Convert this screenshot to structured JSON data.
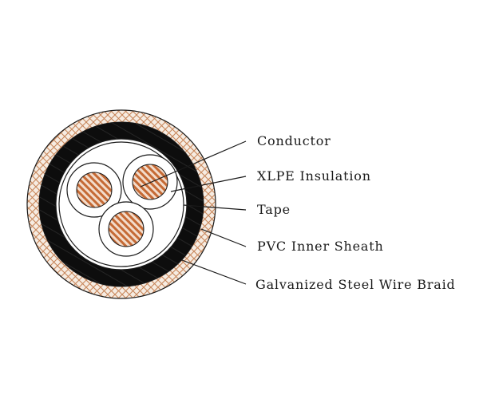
{
  "diagram": {
    "labels": {
      "conductor": "Conductor",
      "insulation": "XLPE Insulation",
      "tape": "Tape",
      "inner_sheath": "PVC Inner Sheath",
      "braid": "Galvanized Steel Wire Braid"
    },
    "colors": {
      "braid_fill": "#f6ece2",
      "braid_stroke": "#c8865a",
      "outer_sheath": "#0d0d0d",
      "conductor_fill": "#f3dccb",
      "conductor_stripe": "#c56a35",
      "insulation": "#ffffff",
      "outline": "#1a1a1a"
    }
  }
}
